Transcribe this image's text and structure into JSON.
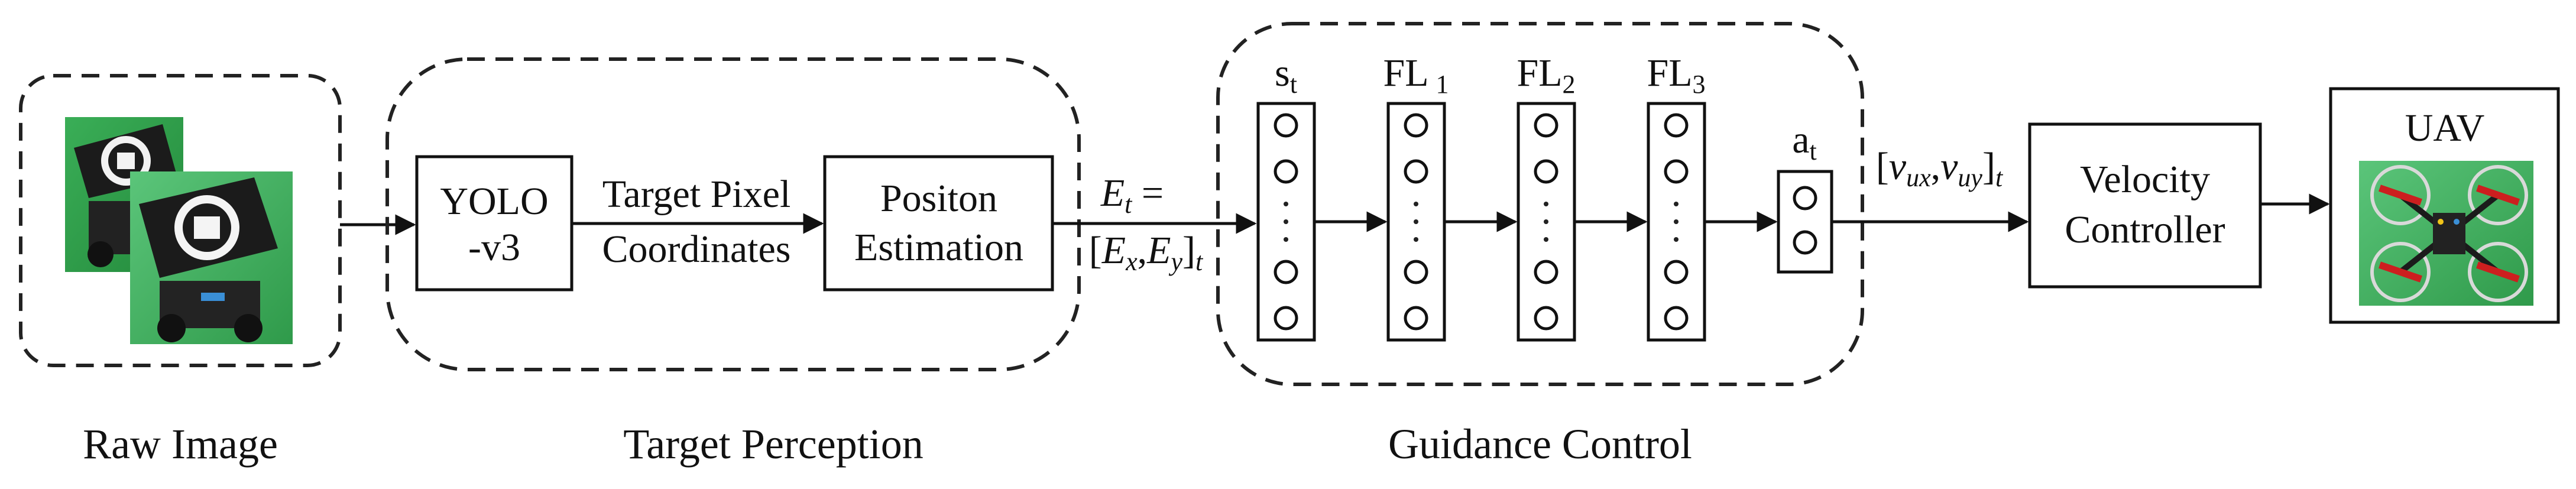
{
  "raw_image": {
    "caption": "Raw Image",
    "picture": "ugv-with-landing-pad-photo"
  },
  "target_perception": {
    "caption": "Target Perception",
    "yolo_line1": "YOLO",
    "yolo_line2": "-v3",
    "pixel_label_line1": "Target Pixel",
    "pixel_label_line2": "Coordinates",
    "estimation_line1": "Positon",
    "estimation_line2": "Estimation"
  },
  "error_signal": {
    "line1_var": "E",
    "line1_sub": "t",
    "line1_eq": " =",
    "line2_open": "[",
    "line2_ex": "E",
    "line2_ex_sub": "x",
    "line2_comma": ",",
    "line2_ey": "E",
    "line2_ey_sub": "y",
    "line2_close": "]",
    "line2_sub": "t"
  },
  "guidance_control": {
    "caption": "Guidance Control",
    "layers": [
      {
        "name": "s",
        "sub": "t"
      },
      {
        "name": "FL",
        "sub": "1"
      },
      {
        "name": "FL",
        "sub": "2"
      },
      {
        "name": "FL",
        "sub": "3"
      },
      {
        "name": "a",
        "sub": "t"
      }
    ]
  },
  "velocity_signal": {
    "open": "[",
    "v1": "v",
    "v1_sub": "ux",
    "comma": ",",
    "v2": "v",
    "v2_sub": "uy",
    "close": "]",
    "sub": "t"
  },
  "velocity_controller": {
    "line1": "Velocity",
    "line2": "Controller"
  },
  "uav": {
    "title": "UAV",
    "picture": "quadrotor-drone-photo"
  },
  "colors": {
    "grass_green": "#2f9a4a",
    "drone_red": "#cc1f1f"
  }
}
